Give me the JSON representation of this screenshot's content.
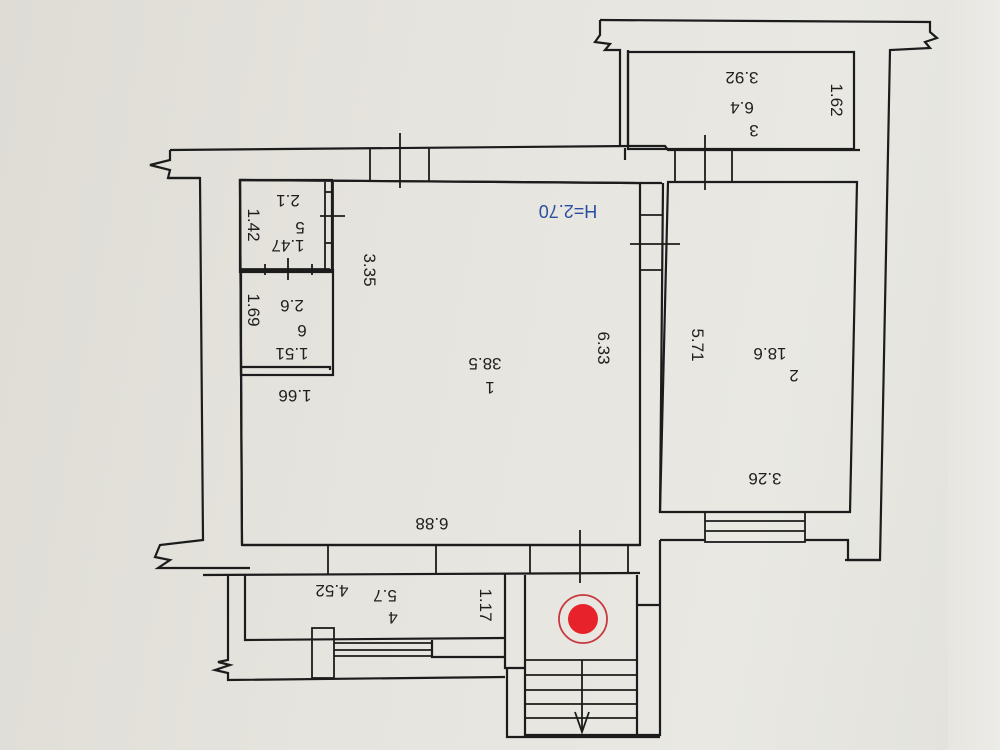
{
  "plan": {
    "orientation": "rotated 180 degrees",
    "ceiling_height_label": "H=2.70",
    "ceiling_height_color": "#2a4fa0",
    "rooms": [
      {
        "number": "1",
        "area": "38.5",
        "dims": [
          "6.88",
          "6.33",
          "3.35",
          "1.66"
        ]
      },
      {
        "number": "2",
        "area": "18.6",
        "dims": [
          "5.71",
          "3.26"
        ]
      },
      {
        "number": "3",
        "area": "6.4",
        "dims": [
          "3.92",
          "1.62"
        ]
      },
      {
        "number": "4",
        "area": "5.7",
        "dims": [
          "4.52",
          "1.17"
        ]
      },
      {
        "number": "5",
        "area": "2.1",
        "dims": [
          "1.42",
          "1.47"
        ]
      },
      {
        "number": "6",
        "area": "2.6",
        "dims": [
          "1.69",
          "1.51"
        ]
      }
    ],
    "marker": {
      "type": "location-marker",
      "fill_color": "#e8222b",
      "ring_color": "#c8383e"
    },
    "line_color": "#1c1c1c",
    "paper_color": "#e4e2dc"
  }
}
